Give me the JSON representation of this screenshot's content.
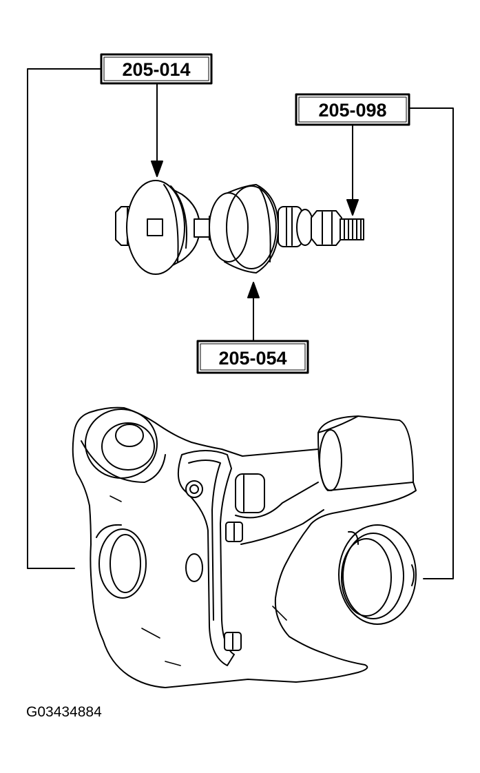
{
  "callouts": {
    "tool_upper": "205-014",
    "tool_right": "205-098",
    "tool_lower": "205-054"
  },
  "figure_id": "G03434884",
  "colors": {
    "ink": "#000000",
    "paper": "#ffffff"
  }
}
